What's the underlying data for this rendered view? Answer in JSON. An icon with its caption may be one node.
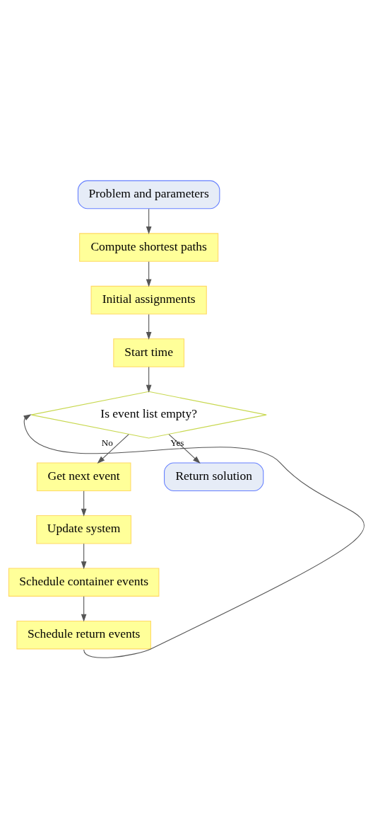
{
  "diagram": {
    "nodes": [
      {
        "text": [
          "Problem and parameters"
        ]
      },
      {
        "text": [
          "Compute shortest paths"
        ]
      },
      {
        "text": [
          "Initial assignments"
        ]
      },
      {
        "text": [
          "Start time"
        ]
      },
      {
        "text": [
          "Is event list empty?"
        ]
      },
      {
        "text": [
          "Get next event"
        ]
      },
      {
        "text": [
          "Update system"
        ]
      },
      {
        "text": [
          "Schedule container events"
        ]
      },
      {
        "text": [
          "Schedule return events"
        ]
      },
      {
        "text": [
          "Return solution"
        ]
      }
    ],
    "edges": [
      {
        "from": 0,
        "to": 1,
        "arrow": "to"
      },
      {
        "from": 1,
        "to": 2,
        "arrow": "to"
      },
      {
        "from": 2,
        "to": 3,
        "arrow": "to"
      },
      {
        "from": 3,
        "to": 4,
        "arrow": "to"
      },
      {
        "from": 4,
        "to": 5,
        "arrow": "to",
        "label": "No"
      },
      {
        "from": 5,
        "to": 6,
        "arrow": "to"
      },
      {
        "from": 6,
        "to": 7,
        "arrow": "to"
      },
      {
        "from": 7,
        "to": 8,
        "arrow": "to"
      },
      {
        "from": 8,
        "to": 4,
        "arrow": "to"
      },
      {
        "from": 4,
        "to": 9,
        "arrow": "to",
        "label": "Yes"
      }
    ]
  }
}
